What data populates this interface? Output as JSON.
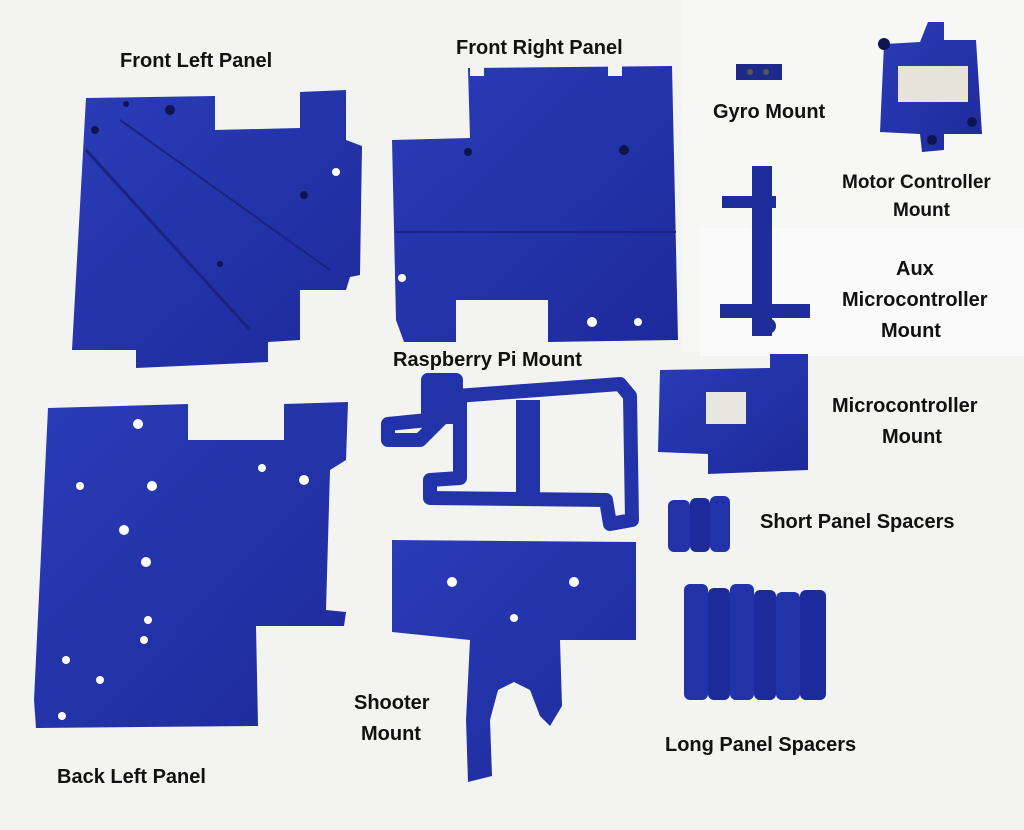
{
  "labels": {
    "front_left_panel": "Front Left Panel",
    "front_right_panel": "Front Right Panel",
    "gyro_mount": "Gyro Mount",
    "motor_controller_mount_1": "Motor Controller",
    "motor_controller_mount_2": "Mount",
    "aux_mount_1": "Aux",
    "aux_mount_2": "Microcontroller",
    "aux_mount_3": "Mount",
    "raspberry_pi_mount": "Raspberry Pi Mount",
    "microcontroller_mount_1": "Microcontroller",
    "microcontroller_mount_2": "Mount",
    "short_panel_spacers": "Short Panel Spacers",
    "shooter_mount_1": "Shooter",
    "shooter_mount_2": "Mount",
    "long_panel_spacers": "Long Panel Spacers",
    "back_left_panel": "Back Left Panel"
  },
  "colors": {
    "part_blue": "#2233aa",
    "part_dark": "#1a2690",
    "background": "#f3f3f1"
  }
}
